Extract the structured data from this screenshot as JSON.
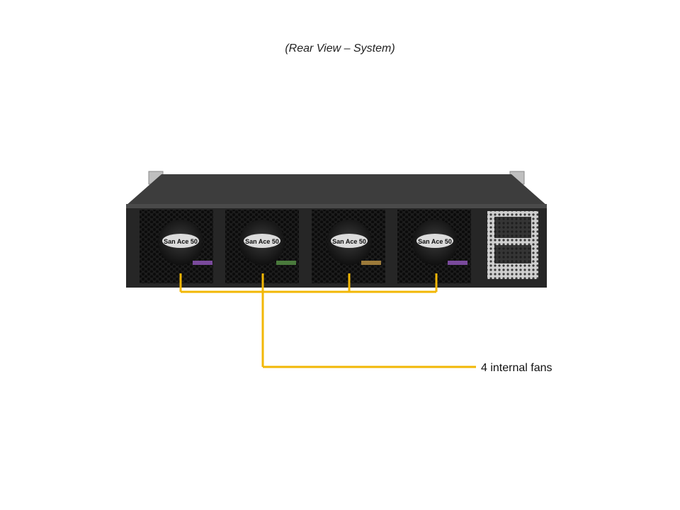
{
  "caption": "(Rear View – System)",
  "callout": {
    "label": "4 internal fans",
    "line_color": "#f2b705"
  },
  "fans": [
    {
      "name": "fan-1",
      "label": "San Ace 50"
    },
    {
      "name": "fan-2",
      "label": "San Ace 50"
    },
    {
      "name": "fan-3",
      "label": "San Ace 50"
    },
    {
      "name": "fan-4",
      "label": "San Ace 50"
    }
  ],
  "colors": {
    "chassis": "#2b2b2b",
    "chassis_top": "#3a3a3a",
    "fan_hub": "#1a1a1a",
    "psu_vent": "#c8c8c8"
  }
}
